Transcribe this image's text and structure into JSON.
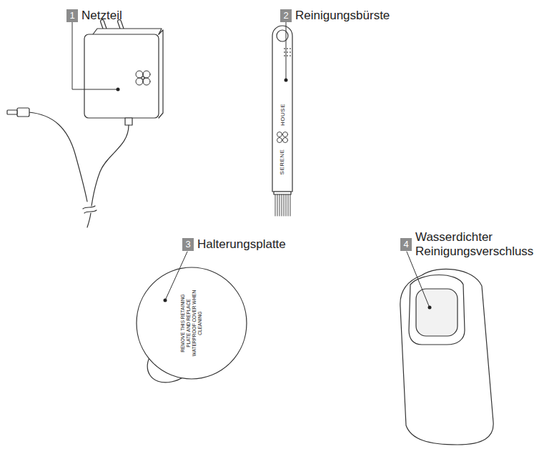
{
  "diagram": {
    "labels": [
      "1",
      "Netzteil",
      "2",
      "Reinigungsbürste",
      "SERENE",
      "HOUSE",
      "3",
      "Halterungsplatte",
      "REMOVE THIS RETAINING PLATE AND REPLACE WATERPROOF COVER WHEN CLEANING",
      "4",
      "Wasserdichter Reinigungsverschluss"
    ]
  }
}
